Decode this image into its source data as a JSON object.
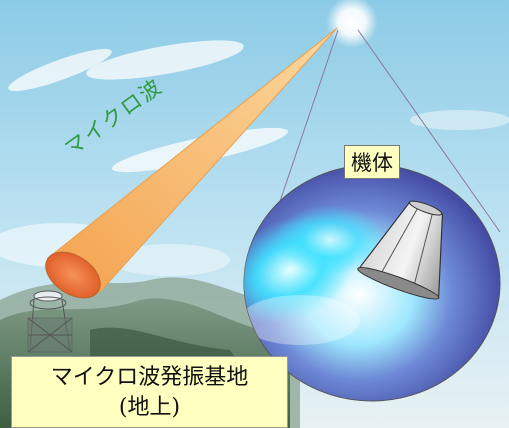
{
  "labels": {
    "beam": "マイクロ波",
    "craft": "機体",
    "base_line1": "マイクロ波発振基地",
    "base_line2": "(地上)"
  },
  "colors": {
    "sky": "#8fcde8",
    "beam": "#f7b866",
    "beam_mouth": "#f07a3a",
    "label_bg": "#ffffc0",
    "beam_label_text": "#2e9a3e",
    "lens_blue": "#4a4fa8",
    "lens_glow": "#38e0ff",
    "mountain": "#4a6a52"
  }
}
